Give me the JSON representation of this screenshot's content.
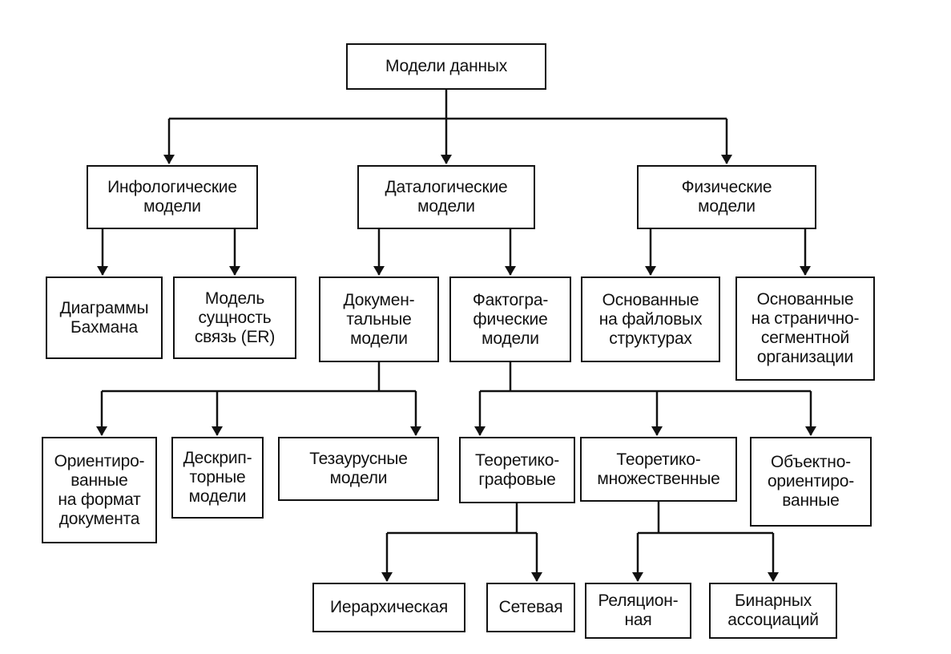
{
  "nodes": {
    "root": "Модели данных",
    "infological": "Инфологические\nмодели",
    "datalogical": "Даталогические\nмодели",
    "physical": "Физические\nмодели",
    "bachman": "Диаграммы\nБахмана",
    "er": "Модель\nсущность\nсвязь (ER)",
    "documental": "Докумен-\nтальные\nмодели",
    "factographic": "Фактогра-\nфические\nмодели",
    "file_based": "Основанные\nна файловых\nструктурах",
    "page_segment": "Основанные\nна странично-\nсегментной\nорганизации",
    "format_oriented": "Ориентиро-\nванные\nна формат\nдокумента",
    "descriptor": "Дескрип-\nторные\nмодели",
    "thesaurus": "Тезаурусные\nмодели",
    "graph_theoretic": "Теоретико-\nграфовые",
    "set_theoretic": "Теоретико-\nмножественные",
    "object_oriented": "Объектно-\nориентиро-\nванные",
    "hierarchical": "Иерархическая",
    "network": "Сетевая",
    "relational": "Реляцион-\nная",
    "binary_assoc": "Бинарных\nассоциаций"
  }
}
